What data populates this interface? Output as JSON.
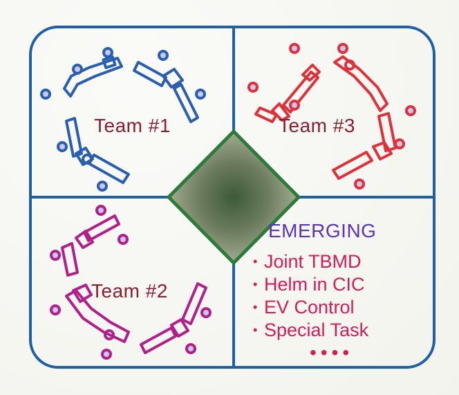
{
  "teams": [
    {
      "label": "Team #1",
      "color": "#2a5fb0"
    },
    {
      "label": "Team #2",
      "color": "#b01f8a"
    },
    {
      "label": "Team #3",
      "color": "#e0303a"
    }
  ],
  "emerging": {
    "title": "EMERGING",
    "items": [
      "Joint TBMD",
      "Helm in CIC",
      "EV Control",
      "Special Task"
    ],
    "more": "••••"
  },
  "colors": {
    "frame": "#1f5fa6",
    "diamond_border": "#2e7a3a",
    "diamond_fill": "#7f8f6d",
    "station_fill": "#c9c7ee"
  }
}
